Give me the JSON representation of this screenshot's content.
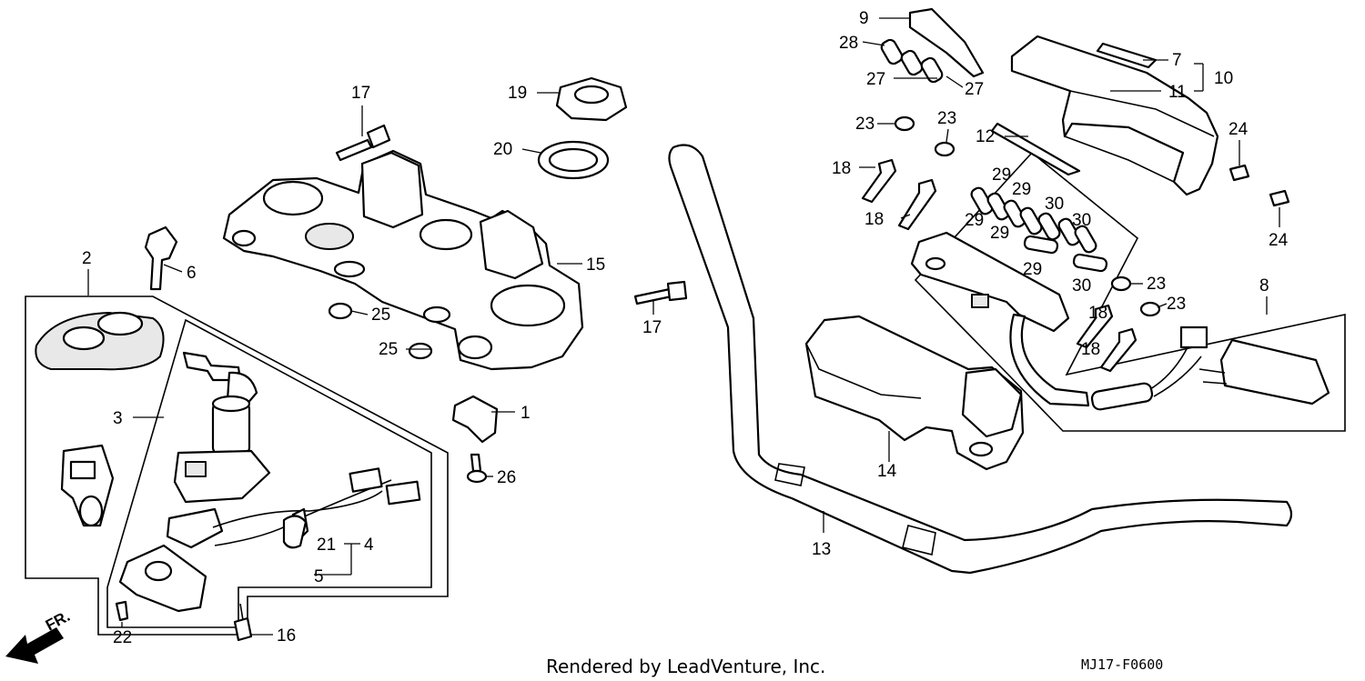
{
  "callouts": [
    {
      "id": "c1",
      "text": "1"
    },
    {
      "id": "c2",
      "text": "2"
    },
    {
      "id": "c3",
      "text": "3"
    },
    {
      "id": "c4",
      "text": "4"
    },
    {
      "id": "c5",
      "text": "5"
    },
    {
      "id": "c6",
      "text": "6"
    },
    {
      "id": "c7",
      "text": "7"
    },
    {
      "id": "c8",
      "text": "8"
    },
    {
      "id": "c9",
      "text": "9"
    },
    {
      "id": "c10",
      "text": "10"
    },
    {
      "id": "c11",
      "text": "11"
    },
    {
      "id": "c12",
      "text": "12"
    },
    {
      "id": "c13",
      "text": "13"
    },
    {
      "id": "c14",
      "text": "14"
    },
    {
      "id": "c15",
      "text": "15"
    },
    {
      "id": "c16",
      "text": "16"
    },
    {
      "id": "c17a",
      "text": "17"
    },
    {
      "id": "c17b",
      "text": "17"
    },
    {
      "id": "c18a",
      "text": "18"
    },
    {
      "id": "c18b",
      "text": "18"
    },
    {
      "id": "c18c",
      "text": "18"
    },
    {
      "id": "c18d",
      "text": "18"
    },
    {
      "id": "c19",
      "text": "19"
    },
    {
      "id": "c20",
      "text": "20"
    },
    {
      "id": "c21",
      "text": "21"
    },
    {
      "id": "c22",
      "text": "22"
    },
    {
      "id": "c23a",
      "text": "23"
    },
    {
      "id": "c23b",
      "text": "23"
    },
    {
      "id": "c23c",
      "text": "23"
    },
    {
      "id": "c23d",
      "text": "23"
    },
    {
      "id": "c24a",
      "text": "24"
    },
    {
      "id": "c24b",
      "text": "24"
    },
    {
      "id": "c25a",
      "text": "25"
    },
    {
      "id": "c25b",
      "text": "25"
    },
    {
      "id": "c26",
      "text": "26"
    },
    {
      "id": "c27a",
      "text": "27"
    },
    {
      "id": "c27b",
      "text": "27"
    },
    {
      "id": "c28",
      "text": "28"
    },
    {
      "id": "c29a",
      "text": "29"
    },
    {
      "id": "c29b",
      "text": "29"
    },
    {
      "id": "c29c",
      "text": "29"
    },
    {
      "id": "c29d",
      "text": "29"
    },
    {
      "id": "c29e",
      "text": "29"
    },
    {
      "id": "c30a",
      "text": "30"
    },
    {
      "id": "c30b",
      "text": "30"
    },
    {
      "id": "c30c",
      "text": "30"
    }
  ],
  "direction_label": "FR.",
  "footer": {
    "credit": "Rendered by LeadVenture, Inc.",
    "diagram_code": "MJ17-F0600"
  }
}
